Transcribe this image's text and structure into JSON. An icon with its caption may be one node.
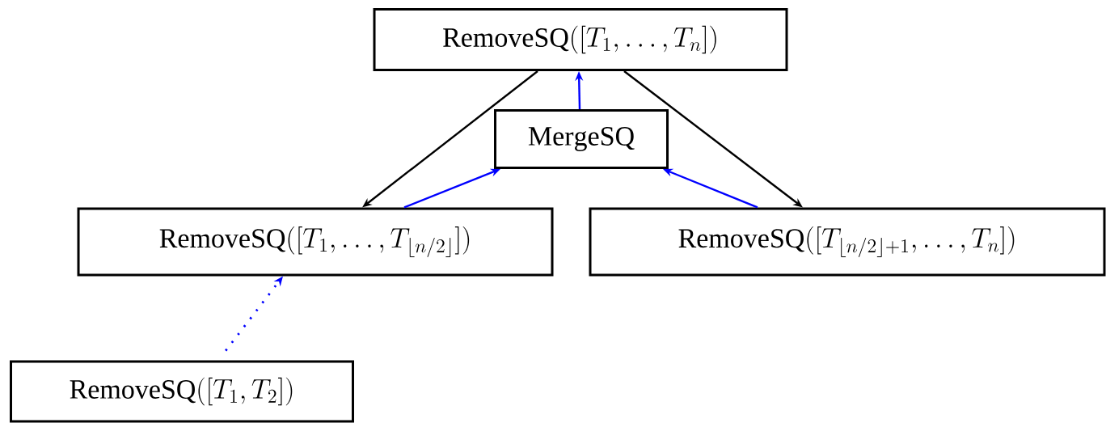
{
  "diagram": {
    "nodes": [
      {
        "text": [
          "\\mathrm{RemoveSQ}([T_1,\\ldots,T_n])"
        ]
      },
      {
        "text": [
          "\\mathrm{MergeSQ}"
        ]
      },
      {
        "text": [
          "\\mathrm{RemoveSQ}([T_1,\\ldots,T_{\\lfloor n/2\\rfloor}])"
        ]
      },
      {
        "text": [
          "\\mathrm{RemoveSQ}([T_{\\lfloor n/2\\rfloor+1},\\ldots,T_n])"
        ]
      },
      {
        "text": [
          "\\mathrm{RemoveSQ}([T_1,T_2])"
        ]
      }
    ],
    "edges": [
      {
        "from": 0,
        "to": 2,
        "arrow": "to",
        "color": "#000000"
      },
      {
        "from": 0,
        "to": 3,
        "arrow": "to",
        "color": "#000000"
      },
      {
        "from": 1,
        "to": 0,
        "arrow": "to"
      },
      {
        "from": 2,
        "to": 1,
        "arrow": "to"
      },
      {
        "from": 3,
        "to": 1,
        "arrow": "to"
      },
      {
        "from": 4,
        "to": 2,
        "arrow": "to",
        "style": "dashed"
      }
    ]
  }
}
